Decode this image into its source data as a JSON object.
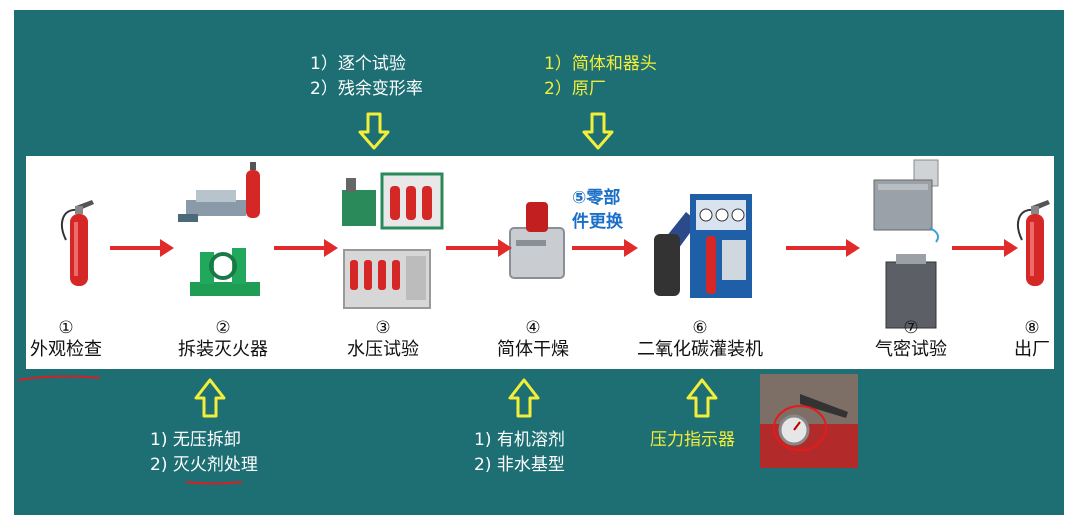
{
  "top_notes": {
    "pressure_test": [
      "1）逐个试验",
      "2）残余变形率"
    ],
    "parts": [
      "1）简体和器头",
      "2）原厂"
    ]
  },
  "bottom_notes": {
    "disassembly": [
      "1) 无压拆卸",
      "2) 灭火剂处理"
    ],
    "drying": [
      "1) 有机溶剂",
      "2) 非水基型"
    ],
    "pressure_indicator": "压力指示器"
  },
  "replace_step": [
    "⑤零部",
    "件更换"
  ],
  "steps": [
    {
      "num": "①",
      "label": "外观检查"
    },
    {
      "num": "②",
      "label": "拆装灭火器"
    },
    {
      "num": "③",
      "label": "水压试验"
    },
    {
      "num": "④",
      "label": "简体干燥"
    },
    {
      "num": "⑥",
      "label": "二氧化碳灌装机"
    },
    {
      "num": "⑦",
      "label": "气密试验"
    },
    {
      "num": "⑧",
      "label": "出厂"
    }
  ],
  "colors": {
    "background": "#1d6f73",
    "band": "#ffffff",
    "arrow": "#e32a2a",
    "hollow_arrow": "#f3ee3a",
    "note_white": "#ffffff",
    "note_yellow": "#f3ee3a",
    "replace_text": "#1a6fc9",
    "underline": "#d42020"
  },
  "icons": [
    "fire-extinguisher-icon",
    "disassembly-machine-icon",
    "hydraulic-test-machine-icon",
    "drying-oven-icon",
    "co2-filling-machine-icon",
    "airtight-test-tank-icon",
    "pressure-gauge-photo"
  ]
}
